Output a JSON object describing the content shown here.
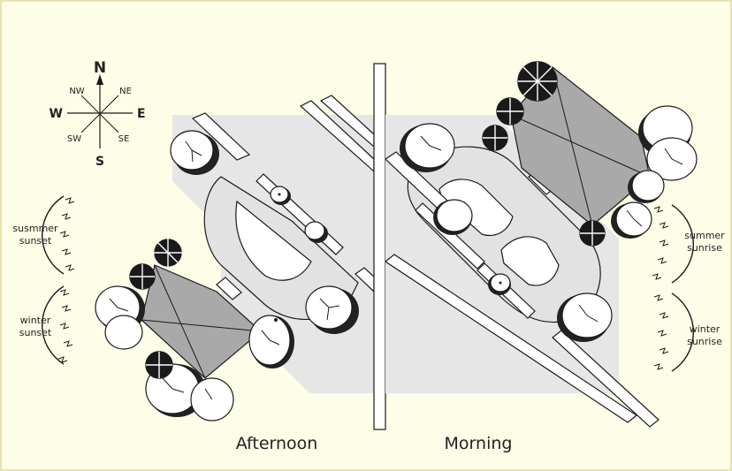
{
  "compass": {
    "north": "N",
    "south": "S",
    "east": "E",
    "west": "W",
    "northwest": "NW",
    "northeast": "NE",
    "southwest": "SW",
    "southeast": "SE"
  },
  "sun_positions": {
    "summer_sunset": [
      "susmmer",
      "sunset"
    ],
    "winter_sunset": [
      "winter",
      "sunset"
    ],
    "summer_sunrise": [
      "summer",
      "sunrise"
    ],
    "winter_sunrise": [
      "winter",
      "sunrise"
    ]
  },
  "panels": {
    "left": "Afternoon",
    "right": "Morning"
  },
  "colors": {
    "background": "#fdfde8",
    "frame": "#e9e2b0",
    "road_fill": "#e6e6e6",
    "roof_fill": "#a9a9a9",
    "tree_canopy": "#ffffff",
    "tree_shadow": "#222222",
    "line": "#1a1a1a"
  }
}
